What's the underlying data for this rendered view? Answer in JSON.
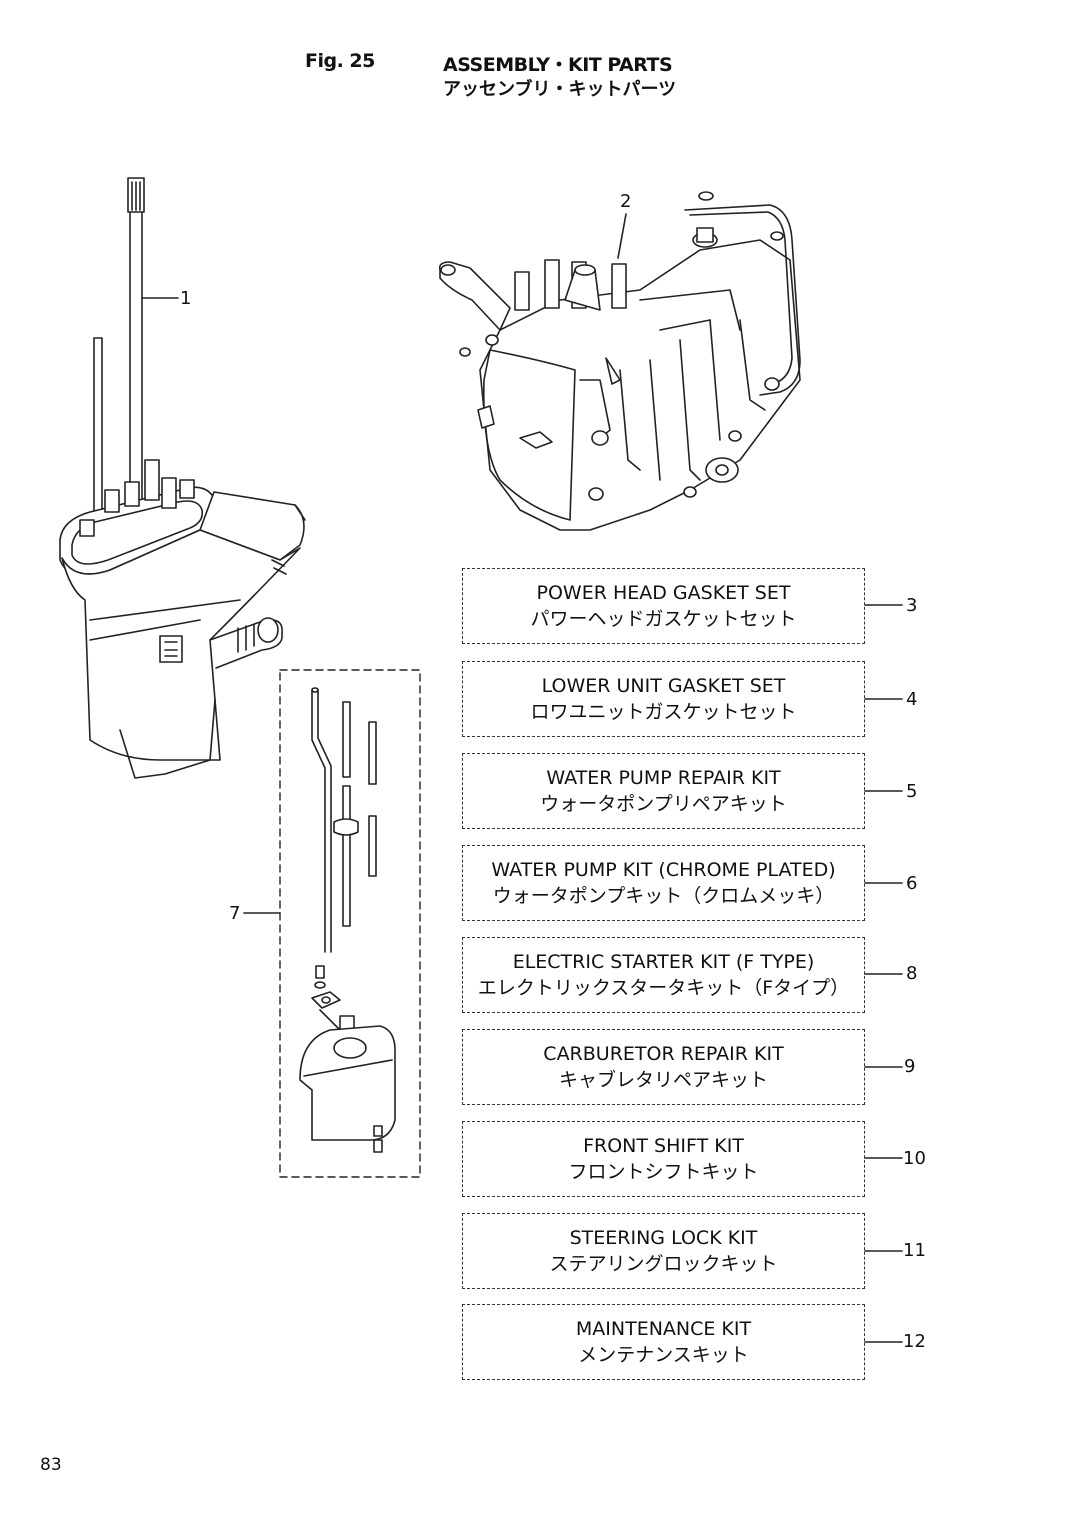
{
  "header": {
    "fig_label": "Fig. 25",
    "title_en": "ASSEMBLY・KIT PARTS",
    "title_jp": "アッセンブリ・キットパーツ"
  },
  "page_number": "83",
  "callouts": {
    "c1": "1",
    "c2": "2",
    "c7": "7"
  },
  "kits": [
    {
      "en": "POWER HEAD GASKET SET",
      "jp": "パワーヘッドガスケットセット",
      "no": "3"
    },
    {
      "en": "LOWER UNIT GASKET SET",
      "jp": "ロワユニットガスケットセット",
      "no": "4"
    },
    {
      "en": "WATER PUMP REPAIR KIT",
      "jp": "ウォータポンプリペアキット",
      "no": "5"
    },
    {
      "en": "WATER PUMP KIT (CHROME PLATED)",
      "jp": "ウォータポンプキット（クロムメッキ）",
      "no": "6"
    },
    {
      "en": "ELECTRIC STARTER KIT (F TYPE)",
      "jp": "エレクトリックスタータキット（Fタイプ）",
      "no": "8"
    },
    {
      "en": "CARBURETOR REPAIR KIT",
      "jp": "キャブレタリペアキット",
      "no": "9"
    },
    {
      "en": "FRONT SHIFT KIT",
      "jp": "フロントシフトキット",
      "no": "10"
    },
    {
      "en": "STEERING LOCK KIT",
      "jp": "ステアリングロックキット",
      "no": "11"
    },
    {
      "en": "MAINTENANCE KIT",
      "jp": "メンテナンスキット",
      "no": "12"
    }
  ]
}
